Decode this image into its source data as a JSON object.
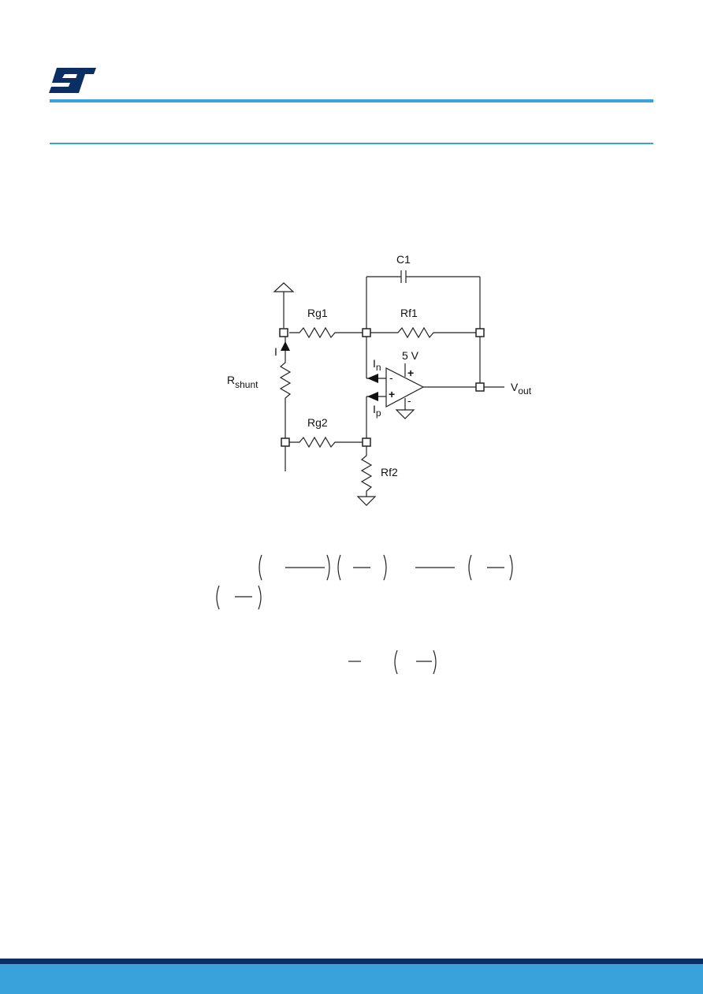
{
  "brand": {
    "logo_text": "ST",
    "colors": {
      "accent": "#3aa2da",
      "navy": "#0b2f63"
    }
  },
  "schematic": {
    "labels": {
      "c1": "C1",
      "rg1": "Rg1",
      "rf1": "Rf1",
      "rg2": "Rg2",
      "rf2": "Rf2",
      "supply": "5 V",
      "current_i": "I",
      "rshunt_main": "R",
      "rshunt_sub": "shunt",
      "in_main": "I",
      "in_sub": "n",
      "ip_main": "I",
      "ip_sub": "p",
      "vout_main": "V",
      "vout_sub": "out",
      "opamp_minus_in": "-",
      "opamp_plus_in": "+",
      "opamp_plus_supply": "+",
      "opamp_minus_supply": "-"
    }
  }
}
